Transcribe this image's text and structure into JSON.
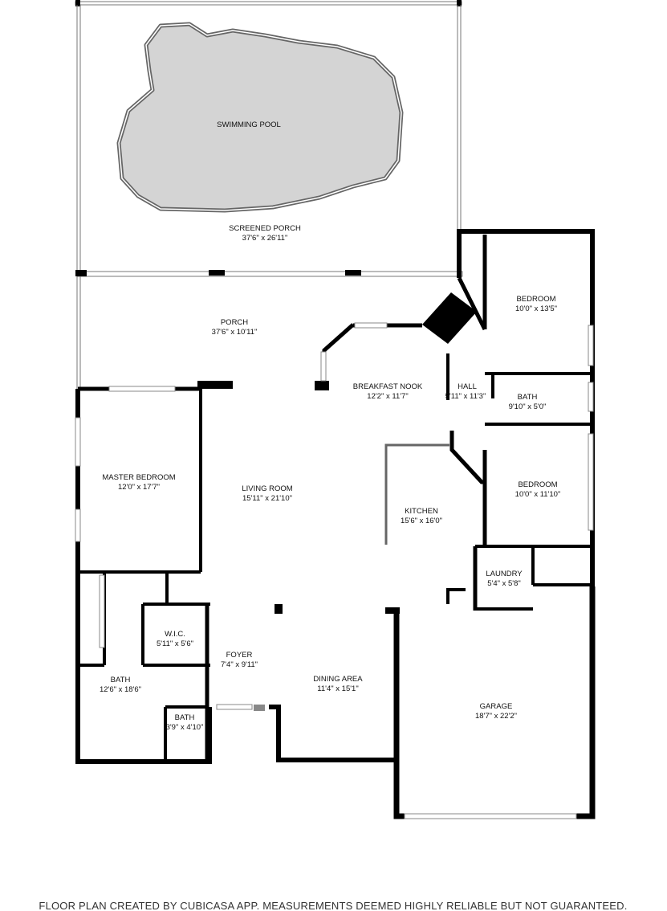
{
  "rooms": {
    "pool": {
      "name": "SWIMMING POOL"
    },
    "screened_porch": {
      "name": "SCREENED PORCH",
      "dims": "37'6\" x 26'11\""
    },
    "porch": {
      "name": "PORCH",
      "dims": "37'6\" x 10'11\""
    },
    "bedroom_top": {
      "name": "BEDROOM",
      "dims": "10'0\" x 13'5\""
    },
    "breakfast_nook": {
      "name": "BREAKFAST NOOK",
      "dims": "12'2\" x 11'7\""
    },
    "hall": {
      "name": "HALL",
      "dims": "5'11\" x 11'3\""
    },
    "bath_small": {
      "name": "BATH",
      "dims": "9'10\" x 5'0\""
    },
    "master_bedroom": {
      "name": "MASTER BEDROOM",
      "dims": "12'0\" x 17'7\""
    },
    "living_room": {
      "name": "LIVING ROOM",
      "dims": "15'11\" x 21'10\""
    },
    "kitchen": {
      "name": "KITCHEN",
      "dims": "15'6\" x 16'0\""
    },
    "bedroom_mid": {
      "name": "BEDROOM",
      "dims": "10'0\" x 11'10\""
    },
    "laundry": {
      "name": "LAUNDRY",
      "dims": "5'4\" x 5'8\""
    },
    "wic": {
      "name": "W.I.C.",
      "dims": "5'11\" x 5'6\""
    },
    "foyer": {
      "name": "FOYER",
      "dims": "7'4\" x 9'11\""
    },
    "dining": {
      "name": "DINING AREA",
      "dims": "11'4\" x 15'1\""
    },
    "garage": {
      "name": "GARAGE",
      "dims": "18'7\" x 22'2\""
    },
    "master_bath": {
      "name": "BATH",
      "dims": "12'6\" x 18'6\""
    },
    "bath_tiny": {
      "name": "BATH",
      "dims": "3'9\" x 4'10\""
    }
  },
  "footer": {
    "text": "FLOOR PLAN CREATED BY CUBICASA APP. MEASUREMENTS DEEMED HIGHLY RELIABLE BUT NOT GUARANTEED."
  },
  "colors": {
    "wall": "#000000",
    "pool_fill": "#d4d4d4",
    "background": "#ffffff"
  }
}
